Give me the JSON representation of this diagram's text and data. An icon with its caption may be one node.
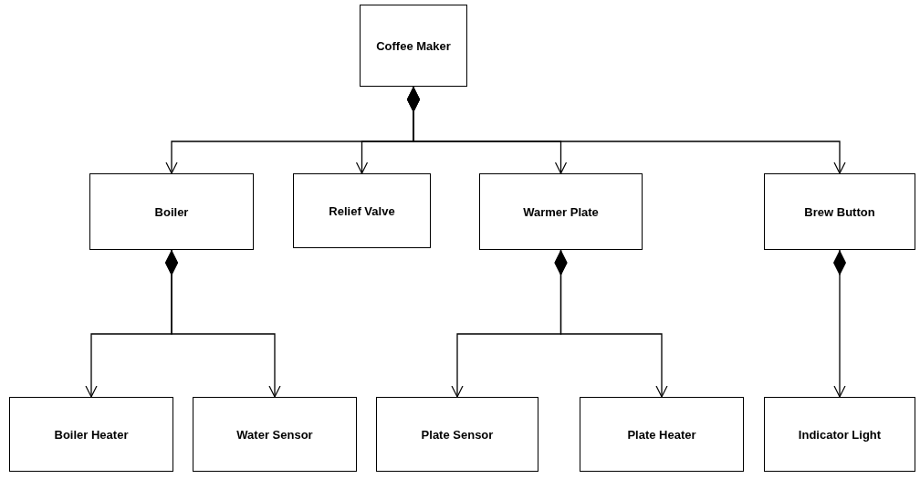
{
  "diagram": {
    "nodes": [
      {
        "text": [
          "Coffee Maker"
        ]
      },
      {
        "text": [
          "Boiler"
        ]
      },
      {
        "text": [
          "Relief Valve"
        ]
      },
      {
        "text": [
          "Warmer Plate"
        ]
      },
      {
        "text": [
          "Brew Button"
        ]
      },
      {
        "text": [
          "Boiler Heater"
        ]
      },
      {
        "text": [
          "Water Sensor"
        ]
      },
      {
        "text": [
          "Plate Sensor"
        ]
      },
      {
        "text": [
          "Plate Heater"
        ]
      },
      {
        "text": [
          "Indicator Light"
        ]
      }
    ],
    "edges": [
      {
        "from": 0,
        "to": 1,
        "arrow": "to"
      },
      {
        "from": 0,
        "to": 2,
        "arrow": "to"
      },
      {
        "from": 0,
        "to": 3,
        "arrow": "to"
      },
      {
        "from": 0,
        "to": 4,
        "arrow": "to"
      },
      {
        "from": 1,
        "to": 5,
        "arrow": "to"
      },
      {
        "from": 1,
        "to": 6,
        "arrow": "to"
      },
      {
        "from": 3,
        "to": 7,
        "arrow": "to"
      },
      {
        "from": 3,
        "to": 8,
        "arrow": "to"
      },
      {
        "from": 4,
        "to": 9,
        "arrow": "to"
      }
    ]
  }
}
